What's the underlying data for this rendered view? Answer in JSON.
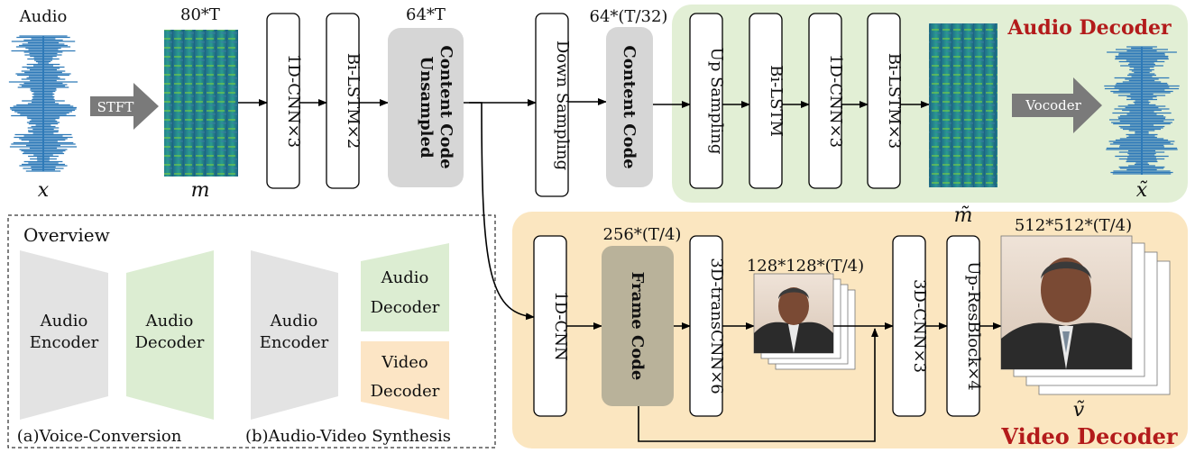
{
  "colors": {
    "audio_decoder_bg": "#e2efd5",
    "video_decoder_bg": "#fbe6c0",
    "content_box": "#d6d6d6",
    "frame_code_box": "#b9b29a",
    "overview_encoder": "#e3e3e3",
    "overview_audio_decoder": "#dcedd2",
    "overview_video_decoder": "#fce5c5",
    "title_red": "#b31b1b",
    "arrow_gray": "#7a7a7a",
    "waveform_blue": "#2f7ab8"
  },
  "audio": {
    "input_label": "Audio",
    "input_symbol": "x",
    "stft_label": "STFT",
    "mel_dim": "80*T",
    "mel_symbol": "m"
  },
  "encoder": {
    "conv": "1D-CNN×3",
    "lstm": "Bi-LSTM×2",
    "unsampled_dim": "64*T",
    "unsampled_label_1": "Unsampled",
    "unsampled_label_2": "Content Code",
    "downsampling": "Down Sampling",
    "content_dim": "64*(T/32)",
    "content_code": "Content Code"
  },
  "audio_decoder": {
    "title": "Audio Decoder",
    "upsampling": "Up Sampling",
    "bilstm": "Bi-LSTM",
    "conv": "1D-CNN×3",
    "bilstm3": "Bi-LSTM×3",
    "mel_symbol": "m̃",
    "vocoder": "Vocoder",
    "output_symbol": "x̃"
  },
  "video_decoder": {
    "title": "Video Decoder",
    "conv1d": "1D-CNN",
    "frame_dim": "256*(T/4)",
    "frame_code": "Frame Code",
    "transcnn": "3D-transCNN×6",
    "small_dim": "128*128*(T/4)",
    "conv3d": "3D-CNN×3",
    "upres": "Up-ResBlock×4",
    "big_dim": "512*512*(T/4)",
    "output_symbol": "ṽ"
  },
  "overview": {
    "title": "Overview",
    "a_encoder_1": "Audio",
    "a_encoder_2": "Encoder",
    "a_decoder_1": "Audio",
    "a_decoder_2": "Decoder",
    "a_caption": "(a)Voice-Conversion",
    "b_encoder_1": "Audio",
    "b_encoder_2": "Encoder",
    "b_audio_dec_1": "Audio",
    "b_audio_dec_2": "Decoder",
    "b_video_dec_1": "Video",
    "b_video_dec_2": "Decoder",
    "b_caption": "(b)Audio-Video Synthesis"
  }
}
